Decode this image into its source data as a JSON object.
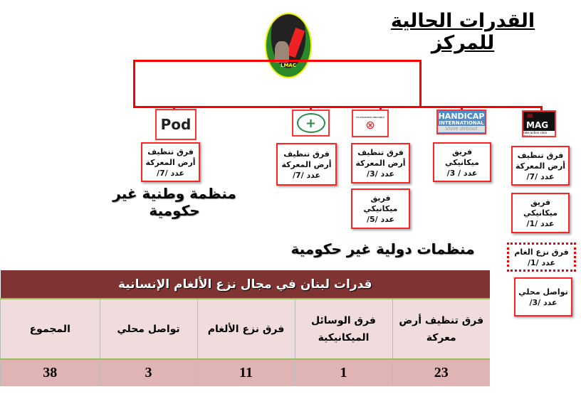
{
  "title": "القدرات الحالية للمركز",
  "center_logo": {
    "label": "LMAC"
  },
  "orgs": [
    {
      "logo": "MAG",
      "logo_sub": "take action clear mines",
      "boxes": [
        {
          "line1": "فرق تنظيف",
          "line2": "أرض المعركة",
          "count": "عدد /7/"
        },
        {
          "line1": "فريق ميكانيكي",
          "count": "عدد /1/"
        },
        {
          "line1": "فرق نزع الغام",
          "count": "عدد /1/"
        },
        {
          "line1": "تواصل محلي",
          "count": "عدد /3/"
        }
      ]
    },
    {
      "logo": "HANDICAP",
      "logo_line2": "INTERNATIONAL",
      "logo_sub": "Vivre debout",
      "boxes": [
        {
          "line1": "فريق ميكانيكي",
          "count": "عدد / 3/"
        }
      ]
    },
    {
      "logo": "FOLKEKIRKENS NØDHJÆLP",
      "boxes": [
        {
          "line1": "فرق تنظيف",
          "line2": "أرض المعركة",
          "count": "عدد /3/"
        },
        {
          "line1": "فريق ميكانيكي",
          "count": "عدد /5/"
        }
      ]
    },
    {
      "logo": "+",
      "boxes": [
        {
          "line1": "فرق تنظيف",
          "line2": "أرض المعركة",
          "count": "عدد /7/"
        }
      ]
    },
    {
      "logo": "Pod",
      "boxes": [
        {
          "line1": "فرق تنظيف",
          "line2": "أرض المعركة",
          "count": "عدد /7/"
        }
      ]
    }
  ],
  "labels": {
    "national": "منظمة وطنية غير حكومية",
    "international": "منظمات دولية غير حكومية"
  },
  "table": {
    "title": "قدرات لبنان في مجال نزع الألغام الإنسانية",
    "headers": [
      "فرق تنظيف أرض معركة",
      "فرق الوسائل الميكانيكية",
      "فرق نزع الألغام",
      "تواصل محلي",
      "المجموع"
    ],
    "values": [
      "23",
      "1",
      "11",
      "3",
      "38"
    ]
  },
  "colors": {
    "connector": "#ff0000",
    "table_header": "#7f3333",
    "row_light": "#f0dcdc",
    "row_dark": "#e0b4b4"
  }
}
